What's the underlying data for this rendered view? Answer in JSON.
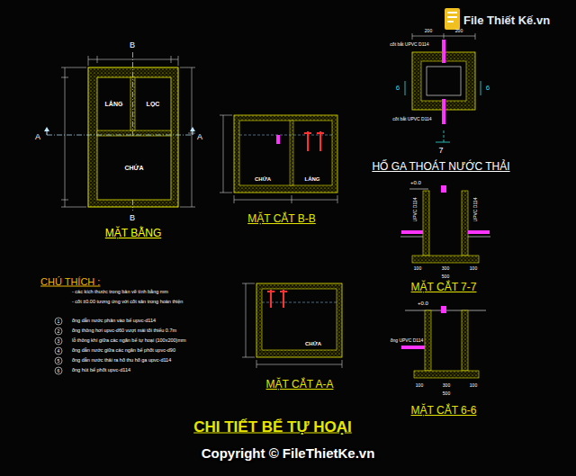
{
  "diagram": {
    "title": "CHI TIẾT BỂ TỰ HOẠI",
    "nodes": [
      {
        "text": [
          "LẮNG"
        ]
      },
      {
        "text": [
          "LỌC"
        ]
      },
      {
        "text": [
          "CHỨA"
        ]
      }
    ],
    "labels": [
      "A",
      "A",
      "B",
      "B",
      "MẶT BẰNG",
      "CHỨA",
      "LẮNG",
      "MẶT CẮT B-B",
      "cốt bắt UPVC D114",
      "cốt bắt UPVC D114",
      "200",
      "200",
      "6",
      "6",
      "7",
      "HỐ GA THOÁT NƯỚC THẢI",
      "+0.0",
      "UPVC D114",
      "UPVC D114",
      "100",
      "300",
      "100",
      "500",
      "MẶT CẮT 7-7",
      "CHỨA",
      "MẶT CẮT A-A",
      "+0.0",
      "ống UPVC D114",
      "100",
      "300",
      "100",
      "500",
      "MẶT CẮT 6-6",
      "CHÚ THÍCH :",
      "- các kích thước trong bản vẽ tính bằng mm",
      "- cốt ±0.00 tương ứng với cốt sân trong hoàn thiện",
      "1",
      "ống dẫn nước phân vào bể upvc-d114",
      "2",
      "ống thông hơi upvc-d60 vượt mái tối thiểu 0.7m",
      "3",
      "lỗ thông khí giữa các ngăn bể tự hoại (100x200)mm",
      "4",
      "ống dẫn nước giữa các ngăn bể phốt upvc-d90",
      "5",
      "ống dẫn nước thải ra hố thu hố ga upvc-d114",
      "6",
      "ống hút bể phốt upvc-d114",
      "File Thiết Kế.vn",
      "Copyright © FileThietKe.vn"
    ]
  }
}
